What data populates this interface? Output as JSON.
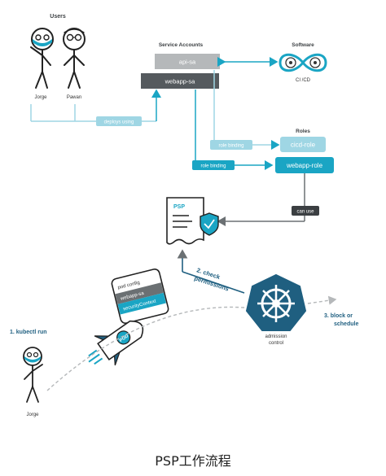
{
  "users": {
    "heading": "Users",
    "user1": "Jorge",
    "user2": "Pawan",
    "deploys_label": "deploys using"
  },
  "service_accounts": {
    "heading": "Service Accounts",
    "api": "api-sa",
    "webapp": "webapp-sa"
  },
  "software": {
    "heading": "Software",
    "label": "CI /CD"
  },
  "roles": {
    "heading": "Roles",
    "cicd": "cicd-role",
    "webapp": "webapp-role",
    "binding1": "role binding",
    "binding2": "role binding"
  },
  "psp": {
    "title": "PSP",
    "can_use": "can use"
  },
  "pod": {
    "line1": "pod config",
    "line2": "webapp-sa",
    "line3": "securityContext",
    "rocket_label": "POD"
  },
  "steps": {
    "step1": "1. kubectl run",
    "step2_l1": "2. check",
    "step2_l2": "permissions",
    "step3_l1": "3. block or",
    "step3_l2": "schedule"
  },
  "admission": {
    "l1": "admission",
    "l2": "control"
  },
  "bottom_user": "Jorge",
  "caption": "PSP工作流程",
  "colors": {
    "teal": "#1aa5c4",
    "light_teal": "#9fd6e4",
    "navy": "#1f5f80",
    "dark_gray": "#555a5e",
    "light_gray": "#b5b8ba"
  }
}
